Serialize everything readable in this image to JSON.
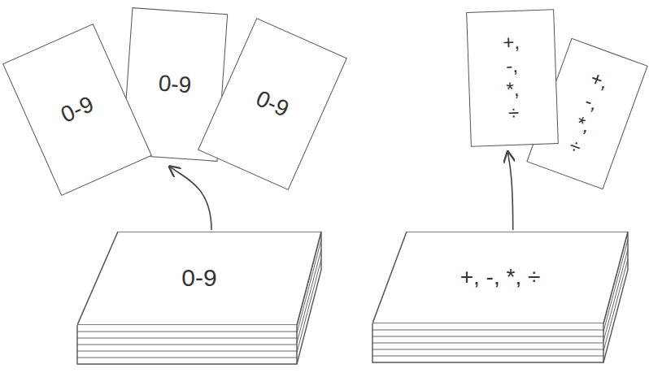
{
  "diagram": {
    "nodes": [
      {
        "text": [
          "0-9"
        ]
      },
      {
        "text": [
          "0-9"
        ]
      },
      {
        "text": [
          "0-9"
        ]
      },
      {
        "text": [
          "+, -, *, ÷"
        ]
      },
      {
        "text": [
          "+, -, *, ÷"
        ]
      },
      {
        "text": [
          "0-9"
        ]
      },
      {
        "text": [
          "+, -, *, ÷"
        ]
      }
    ],
    "edges": [
      {
        "from": 5,
        "to": 1,
        "arrow": "to"
      },
      {
        "from": 6,
        "to": 3,
        "arrow": "to"
      }
    ]
  }
}
